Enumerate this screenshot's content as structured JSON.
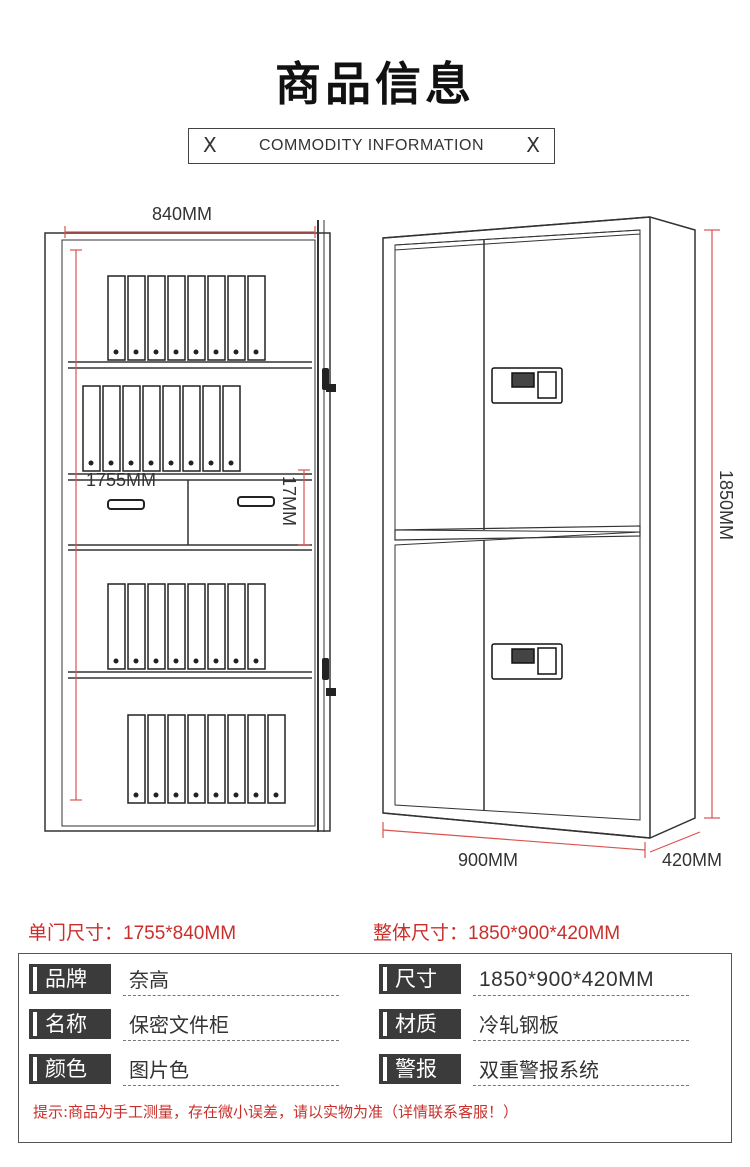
{
  "header": {
    "title": "商品信息",
    "subtitle": "COMMODITY INFORMATION",
    "subtitle_mark_left": "X",
    "subtitle_mark_right": "X"
  },
  "drawing": {
    "left_width_label": "840MM",
    "left_height_label": "1755MM",
    "inner_gap_label": "17MM",
    "right_height_label": "1850MM",
    "right_width_label": "900MM",
    "right_depth_label": "420MM"
  },
  "sizes": {
    "single_door_label": "单门尺寸：",
    "single_door_value": "1755*840MM",
    "overall_label": "整体尺寸：",
    "overall_value": "1850*900*420MM"
  },
  "specs": [
    {
      "label": "品牌",
      "value": "奈高"
    },
    {
      "label": "尺寸",
      "value": "1850*900*420MM"
    },
    {
      "label": "名称",
      "value": "保密文件柜"
    },
    {
      "label": "材质",
      "value": "冷轧钢板"
    },
    {
      "label": "颜色",
      "value": "图片色"
    },
    {
      "label": "警报",
      "value": "双重警报系统"
    }
  ],
  "tip": "提示:商品为手工测量，存在微小误差，请以实物为准（详情联系客服！）",
  "colors": {
    "accent_red": "#c9302c",
    "label_bg": "#3b3b3b",
    "line": "#444444"
  }
}
